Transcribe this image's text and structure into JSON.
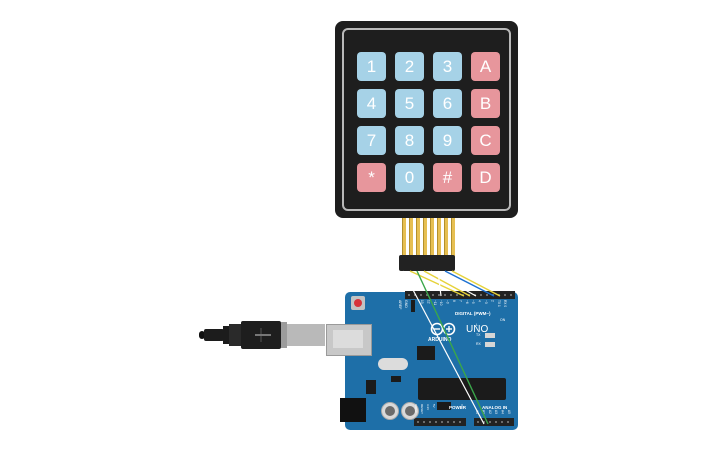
{
  "keypad": {
    "keys": [
      {
        "label": "1",
        "kind": "num"
      },
      {
        "label": "2",
        "kind": "num"
      },
      {
        "label": "3",
        "kind": "num"
      },
      {
        "label": "A",
        "kind": "fn"
      },
      {
        "label": "4",
        "kind": "num"
      },
      {
        "label": "5",
        "kind": "num"
      },
      {
        "label": "6",
        "kind": "num"
      },
      {
        "label": "B",
        "kind": "fn"
      },
      {
        "label": "7",
        "kind": "num"
      },
      {
        "label": "8",
        "kind": "num"
      },
      {
        "label": "9",
        "kind": "num"
      },
      {
        "label": "C",
        "kind": "fn"
      },
      {
        "label": "*",
        "kind": "fn"
      },
      {
        "label": "0",
        "kind": "num"
      },
      {
        "label": "#",
        "kind": "fn"
      },
      {
        "label": "D",
        "kind": "fn"
      }
    ]
  },
  "arduino": {
    "brand": "ARDUINO",
    "model": "UNO",
    "digital_label": "DIGITAL (PWM~)",
    "power_label": "POWER",
    "analog_label": "ANALOG IN",
    "aref_label": "AREF",
    "gnd_label": "GND",
    "tx_label": "TX",
    "rx_label": "RX",
    "l_label": "L",
    "on_label": "ON",
    "ioref_label": "IOREF",
    "reset_label": "RESET",
    "v33_label": "3.3V",
    "v5_label": "5V",
    "vin_label": "Vin",
    "digital_pins": [
      "13",
      "12",
      "~11",
      "~10",
      "~9",
      "8",
      "7",
      "~6",
      "~5",
      "4",
      "~3",
      "2",
      "TX 1",
      "RX 0"
    ],
    "analog_pins": [
      "A0",
      "A1",
      "A2",
      "A3",
      "A4",
      "A5"
    ]
  },
  "colors": {
    "board": "#1e6fa8",
    "key_num": "#a6d2e7",
    "key_fn": "#e7969c",
    "wires": [
      "#ffffff",
      "#e6d23a",
      "#3aa64a",
      "#e6d23a",
      "#ffffff",
      "#ffffff",
      "#1b6fd1",
      "#e6d23a"
    ]
  }
}
